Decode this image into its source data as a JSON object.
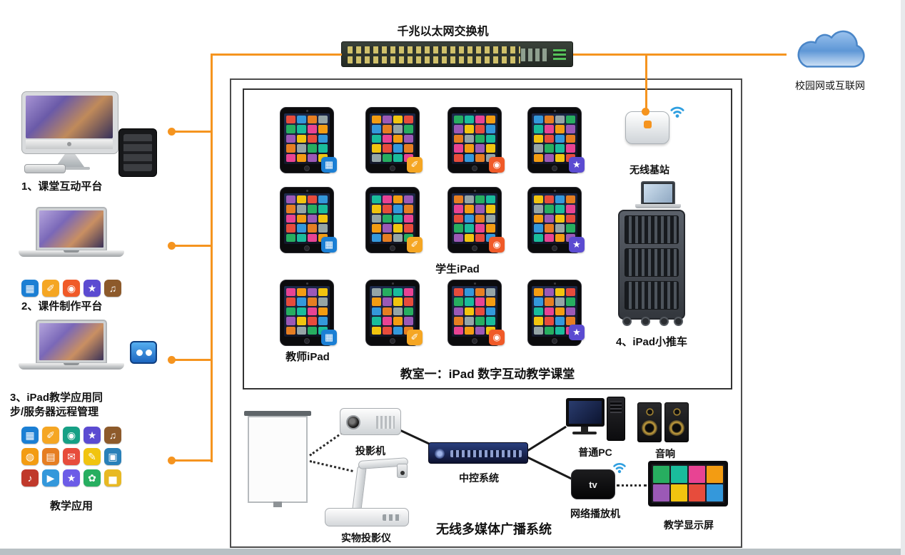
{
  "colors": {
    "accent": "#F5941F",
    "wifi_blue": "#2F9FE0"
  },
  "network": {
    "switch_label": "千兆以太网交换机",
    "cloud_label": "校园网或互联网",
    "wireless_base_label": "无线基站"
  },
  "left_column": {
    "item1_label": "1、课堂互动平台",
    "item2_label": "2、课件制作平台",
    "item3_label_line1": "3、iPad教学应用同",
    "item3_label_line2": "步/服务器远程管理",
    "apps_label": "教学应用"
  },
  "classroom": {
    "title": "教室一：iPad 数字互动教学课堂",
    "student_ipad_label": "学生iPad",
    "teacher_ipad_label": "教师iPad",
    "cart_label": "4、iPad小推车"
  },
  "av": {
    "title": "无线多媒体广播系统",
    "projector_label": "投影机",
    "doc_camera_label": "实物投影仪",
    "control_label": "中控系统",
    "pc_label": "普通PC",
    "speaker_label": "音响",
    "player_label": "网络播放机",
    "player_logo": "tv",
    "display_label": "教学显示屏"
  },
  "icons": {
    "badges": [
      {
        "name": "keynote-badge",
        "bg": "#1B7FD4",
        "glyph": "▦"
      },
      {
        "name": "easel-badge",
        "bg": "#F5A623",
        "glyph": "✐"
      },
      {
        "name": "itunes-u-badge",
        "bg": "#F05A28",
        "glyph": "◉"
      },
      {
        "name": "star-app-badge",
        "bg": "#5B4BD1",
        "glyph": "★"
      }
    ],
    "apps_row": [
      {
        "name": "keynote",
        "bg": "#1B7FD4",
        "glyph": "▦"
      },
      {
        "name": "easel",
        "bg": "#F5A623",
        "glyph": "✐"
      },
      {
        "name": "itunes-u",
        "bg": "#F05A28",
        "glyph": "◉"
      },
      {
        "name": "star-app",
        "bg": "#5B4BD1",
        "glyph": "★"
      },
      {
        "name": "garageband",
        "bg": "#8D5A2B",
        "glyph": "♫"
      }
    ],
    "apps_grid": [
      {
        "name": "keynote",
        "bg": "#1B7FD4",
        "glyph": "▦"
      },
      {
        "name": "easel",
        "bg": "#F5A623",
        "glyph": "✐"
      },
      {
        "name": "explain",
        "bg": "#16A085",
        "glyph": "◉"
      },
      {
        "name": "star-app",
        "bg": "#5B4BD1",
        "glyph": "★"
      },
      {
        "name": "garageband",
        "bg": "#8D5A2B",
        "glyph": "♫"
      },
      {
        "name": "numbers",
        "bg": "#F39C12",
        "glyph": "◍"
      },
      {
        "name": "pages",
        "bg": "#E67E22",
        "glyph": "▤"
      },
      {
        "name": "mail",
        "bg": "#E74C3C",
        "glyph": "✉"
      },
      {
        "name": "notes",
        "bg": "#F1C40F",
        "glyph": "✎"
      },
      {
        "name": "ibooks",
        "bg": "#2980B9",
        "glyph": "▣"
      },
      {
        "name": "music",
        "bg": "#C0392B",
        "glyph": "♪"
      },
      {
        "name": "videos",
        "bg": "#3498DB",
        "glyph": "▶"
      },
      {
        "name": "itunes",
        "bg": "#6C5CE7",
        "glyph": "★"
      },
      {
        "name": "photos",
        "bg": "#27AE60",
        "glyph": "✿"
      },
      {
        "name": "charts",
        "bg": "#E8B923",
        "glyph": "▅"
      }
    ]
  }
}
